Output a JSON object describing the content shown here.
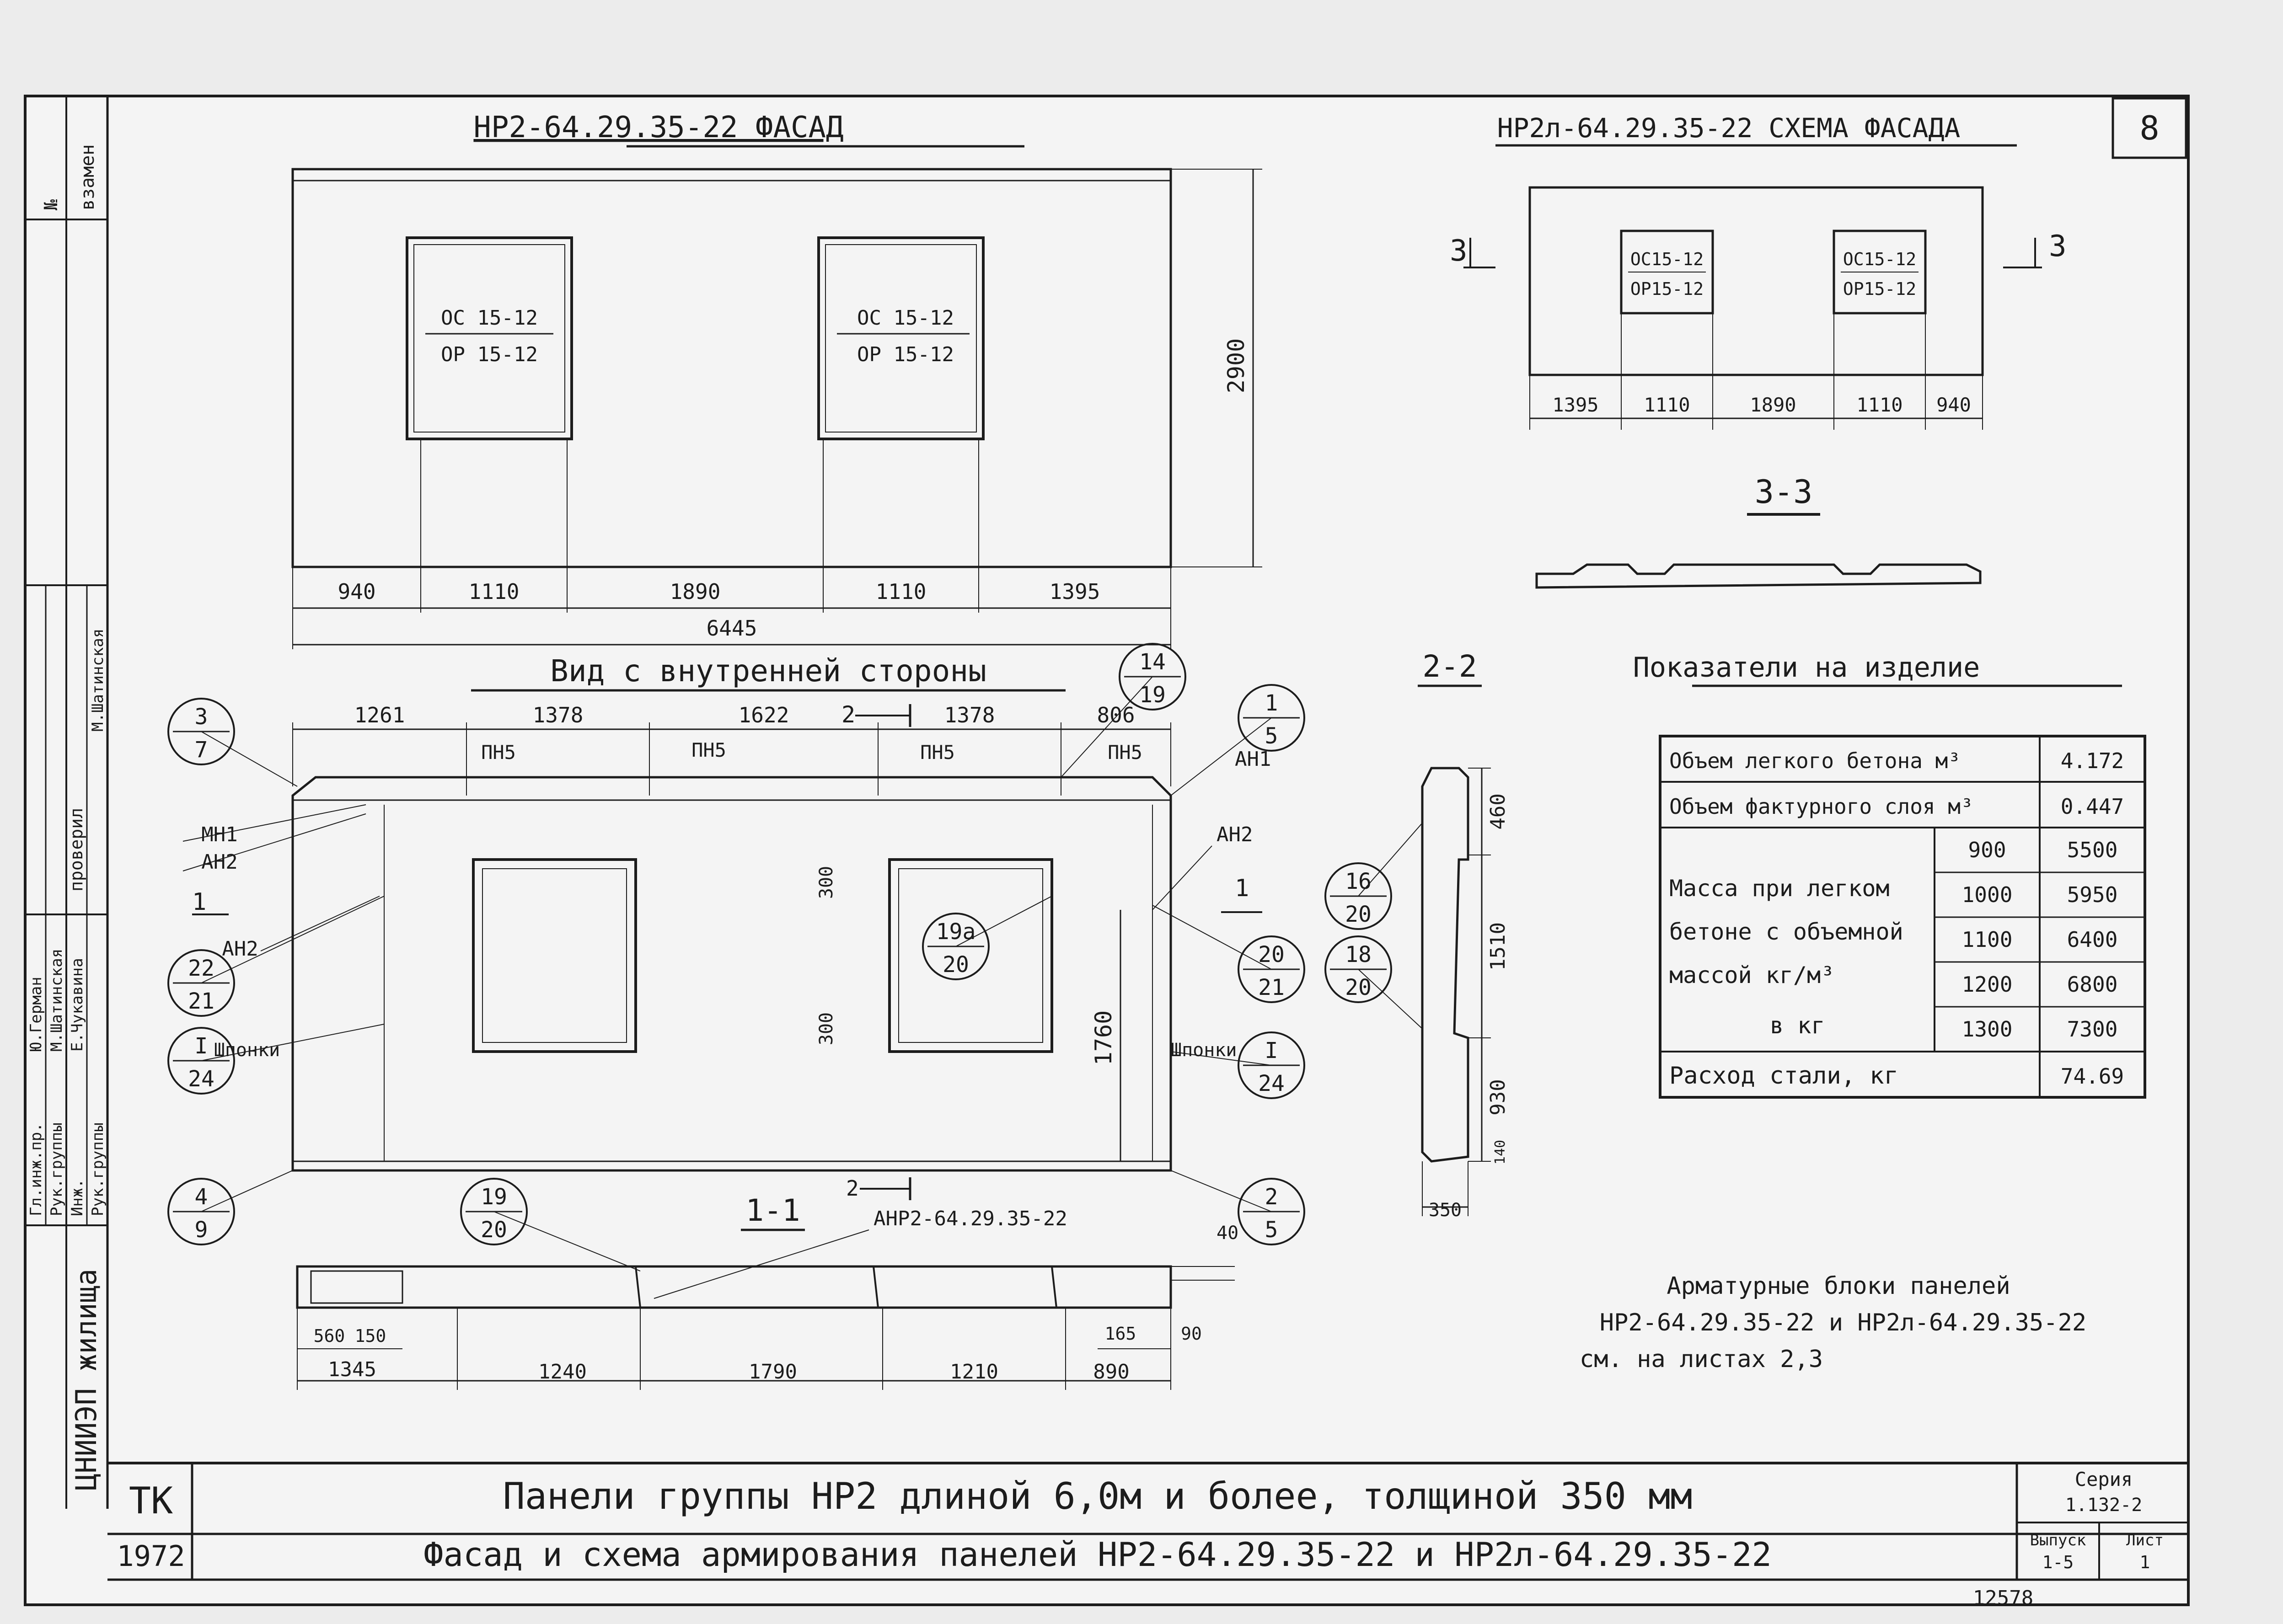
{
  "sheet_number": "8",
  "facade": {
    "title": "НР2-64.29.35-22 ФАСАД",
    "window_1": {
      "top": "ОС 15-12",
      "bottom": "ОР 15-12"
    },
    "window_2": {
      "top": "ОС 15-12",
      "bottom": "ОР 15-12"
    },
    "height_dim": "2900",
    "dims": [
      "940",
      "1110",
      "1890",
      "1110",
      "1395"
    ],
    "total_dim": "6445"
  },
  "scheme": {
    "title": "НР2л-64.29.35-22 СХЕМА ФАСАДА",
    "window_1": {
      "top": "ОС15-12",
      "bottom": "ОР15-12"
    },
    "window_2": {
      "top": "ОС15-12",
      "bottom": "ОР15-12"
    },
    "cut_left": "3",
    "cut_right": "3",
    "dims": [
      "1395",
      "1110",
      "1890",
      "1110",
      "940"
    ]
  },
  "section_33": {
    "title": "3-3"
  },
  "inner_view": {
    "title": "Вид с внутренней стороны",
    "top_dims": [
      "1261",
      "1378",
      "1622",
      "1378",
      "806"
    ],
    "cut_marker_top": "2",
    "pn_labels": [
      "ПН5",
      "ПН5",
      "ПН5",
      "ПН5"
    ],
    "dim_300_a": "300",
    "dim_300_b": "300",
    "dim_1760": "1760",
    "cut_left": "1",
    "cut_right": "1",
    "labels": {
      "mn1": "МН1",
      "an2_left": "АН2",
      "an2_left_lower": "АН2",
      "an1_right": "АН1",
      "an2_right": "АН2",
      "shponki_left": "Шпонки",
      "shponki_right": "Шпонки"
    },
    "callouts": {
      "c_3_7": {
        "top": "3",
        "bottom": "7"
      },
      "c_14_19": {
        "top": "14",
        "bottom": "19"
      },
      "c_1_5": {
        "top": "1",
        "bottom": "5"
      },
      "c_22_21": {
        "top": "22",
        "bottom": "21"
      },
      "c_I_24_left": {
        "top": "I",
        "bottom": "24"
      },
      "c_19a_20": {
        "top": "19а",
        "bottom": "20"
      },
      "c_20_21": {
        "top": "20",
        "bottom": "21"
      },
      "c_I_24_right": {
        "top": "I",
        "bottom": "24"
      },
      "c_4_9": {
        "top": "4",
        "bottom": "9"
      },
      "c_2_5": {
        "top": "2",
        "bottom": "5"
      }
    }
  },
  "section_11": {
    "title": "1-1",
    "cut_marker": "2",
    "label_anr": "АНР2-64.29.35-22",
    "callout_19_20": {
      "top": "19",
      "bottom": "20"
    },
    "dim_40": "40",
    "dims_small": [
      "560",
      "150",
      "165",
      "90"
    ],
    "dims_bottom": [
      "1345",
      "1240",
      "1790",
      "1210",
      "890"
    ]
  },
  "section_22": {
    "title": "2-2",
    "dims": [
      "460",
      "1510",
      "930",
      "140"
    ],
    "width_dim": "350",
    "callout_16_20": {
      "top": "16",
      "bottom": "20"
    },
    "callout_18_20": {
      "top": "18",
      "bottom": "20"
    }
  },
  "indicators": {
    "title": "Показатели на изделие",
    "rows": [
      {
        "label": "Объем легкого бетона м³",
        "value": "4.172"
      },
      {
        "label": "Объем фактурного слоя м³",
        "value": "0.447"
      }
    ],
    "mass_label": [
      "Масса при легком",
      "бетоне с объемной",
      "массой кг/м³",
      "в кг"
    ],
    "mass_rows": [
      {
        "density": "900",
        "mass": "5500"
      },
      {
        "density": "1000",
        "mass": "5950"
      },
      {
        "density": "1100",
        "mass": "6400"
      },
      {
        "density": "1200",
        "mass": "6800"
      },
      {
        "density": "1300",
        "mass": "7300"
      }
    ],
    "steel": {
      "label": "Расход стали, кг",
      "value": "74.69"
    }
  },
  "note": [
    "Арматурные блоки панелей",
    "НР2-64.29.35-22 и НР2л-64.29.35-22",
    "см. на листах 2,3"
  ],
  "title_block": {
    "org_vertical": "ЦНИИЭП жилища",
    "tk": "ТК",
    "year": "1972",
    "line1": "Панели группы НР2 длиной 6,0м и более, толщиной 350 мм",
    "line2": "Фасад и схема армирования панелей НР2-64.29.35-22 и НР2л-64.29.35-22",
    "series_label": "Серия",
    "series_value": "1.132-2",
    "issue_label": "Выпуск",
    "issue_value": "1-5",
    "sheet_label": "Лист",
    "sheet_value": "1",
    "doc_number": "12578"
  },
  "side_stamp": {
    "header": [
      "№",
      "взамен"
    ],
    "roles": [
      "Гл.инж.пр.",
      "Рук.группы",
      "Инж."
    ],
    "check_header": "проверил",
    "roles2": [
      "Рук.группы"
    ],
    "names_left": [
      "Ю.Герман",
      "М.Шатинская",
      "Е.Чукавина"
    ],
    "names_right": [
      "М.Шатинская"
    ]
  }
}
